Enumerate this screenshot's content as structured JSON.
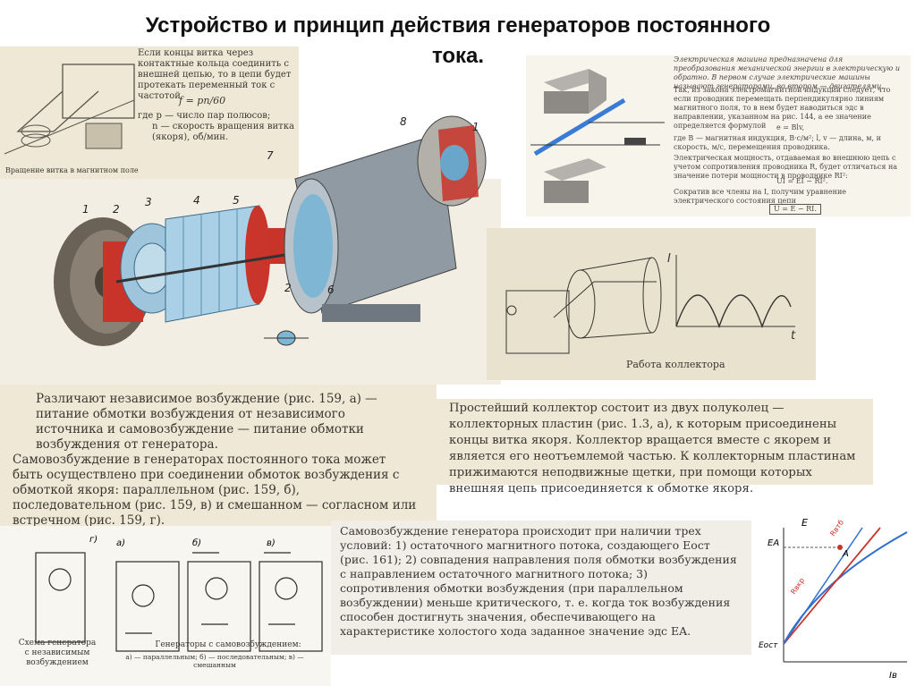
{
  "slide": {
    "title_line1": "Устройство и принцип действия генераторов постоянного",
    "title_line2": "тока."
  },
  "clip_loop": {
    "text": "Если концы витка через контактные кольца соединить с внешней цепью, то в цепи будет протекать переменный ток с частотой",
    "formula": "f = pn/60",
    "legend_p": "где p — число пар полюсов;",
    "legend_n": "n — скорость вращения витка (якоря), об/мин.",
    "caption": "Вращение витка в магнитном поле"
  },
  "generator_drawing": {
    "part_labels": [
      "1",
      "2",
      "3",
      "4",
      "5",
      "7",
      "8",
      "1",
      "2",
      "6"
    ]
  },
  "clip_induction": {
    "header": "Электрическая машина предназначена для преобразования механической энергии в электрическую и обратно. В первом случае электрические машины называют генераторами, во втором — двигателями.",
    "p1": "Так, из закона электромагнитной индукции следует, что если проводник перемещать перпендикулярно линиям магнитного поля, то в нем будет наводиться эдс в направлении, указанном на рис. 144, а ее значение определяется формулой",
    "f1": "e = Blv,",
    "legend": "где B — магнитная индукция, В·с/м²; l, v — длина, м, и скорость, м/с, перемещения проводника.",
    "p2": "Электрическая мощность, отдаваемая во внешнюю цепь с учетом сопротивления проводника R, будет отличаться на значение потери мощности в проводнике RI²:",
    "f2": "UI = EI − RI².",
    "p3": "Сократив все члены на I, получим уравнение электрического состояния цепи",
    "f3": "U = E − RI."
  },
  "clip_commutator": {
    "axis_i": "I",
    "axis_t": "t",
    "caption": "Работа коллектора"
  },
  "clip_excitation": {
    "p1": "Различают независимое возбуждение (рис. 159, а) — питание обмотки возбуждения от независимого источника и самовозбуждение — питание обмотки возбуждения от генератора.",
    "p2": "Самовозбуждение в генераторах постоянного тока может быть осуществлено при соединении обмоток возбуждения с обмоткой якоря: параллельном (рис. 159, б), последовательном (рис. 159, в) и смешанном — согласном или встречном (рис. 159, г)."
  },
  "clip_simplest": {
    "text": "Простейший коллектор состоит из двух полуколец — коллекторных пластин (рис. 1.3, а), к которым присоединены концы витка якоря. Коллектор вращается вместе с якорем и является его неотъемлемой частью. К коллекторным пластинам прижимаются неподвижные щетки, при помощи которых внешняя цепь присоединяется к обмотке якоря."
  },
  "clip_schemes": {
    "caption_left": "Схема генератора с независимым возбуждением",
    "caption_right": "Генераторы с самовозбуждением:",
    "caption_right_sub": "а) — параллельным; б) — последовательным; в) — смешанным",
    "letters": [
      "а)",
      "б)",
      "в)",
      "г)"
    ]
  },
  "clip_selfexc": {
    "text": "Самовозбуждение генератора происходит при наличии трех условий: 1) остаточного магнитного потока, создающего Eост (рис. 161); 2) совпадения направления поля обмотки возбуждения с направлением остаточного магнитного потока; 3) сопротивления обмотки возбуждения (при параллельном возбуждении) меньше критического, т. е. когда ток возбуждения способен достигнуть значения, обеспечивающего на характеристике холостого хода заданное значение эдс EA."
  },
  "clip_curve": {
    "label_e": "E",
    "label_ea": "EA",
    "label_eost": "Eост",
    "label_a": "A",
    "label_ib": "Iв",
    "label_r1": "Rвтб",
    "label_r2": "Rвкр"
  },
  "colors": {
    "red": "#c8342a",
    "blue": "#3a7bd5",
    "paper": "#efe8d6",
    "metal": "#8f9aa3"
  }
}
